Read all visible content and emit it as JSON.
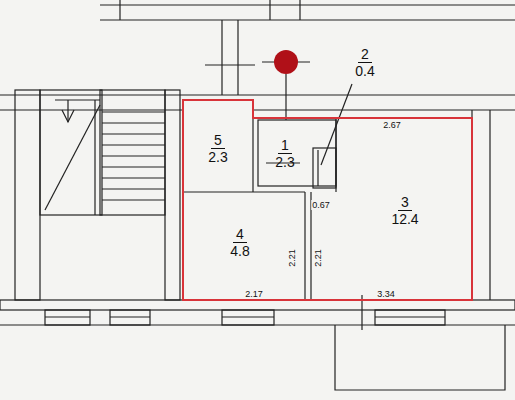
{
  "diagram": {
    "nodes": [
      {
        "text": [
          "5",
          "2.3"
        ]
      },
      {
        "text": [
          "1",
          "2.3"
        ]
      },
      {
        "text": [
          "2",
          "0.4"
        ]
      },
      {
        "text": [
          "3",
          "12.4"
        ]
      },
      {
        "text": [
          "4",
          "4.8"
        ]
      }
    ],
    "labels": [
      "2.67",
      "0.67",
      "2.21",
      "2.21",
      "2.17",
      "3.34"
    ]
  }
}
